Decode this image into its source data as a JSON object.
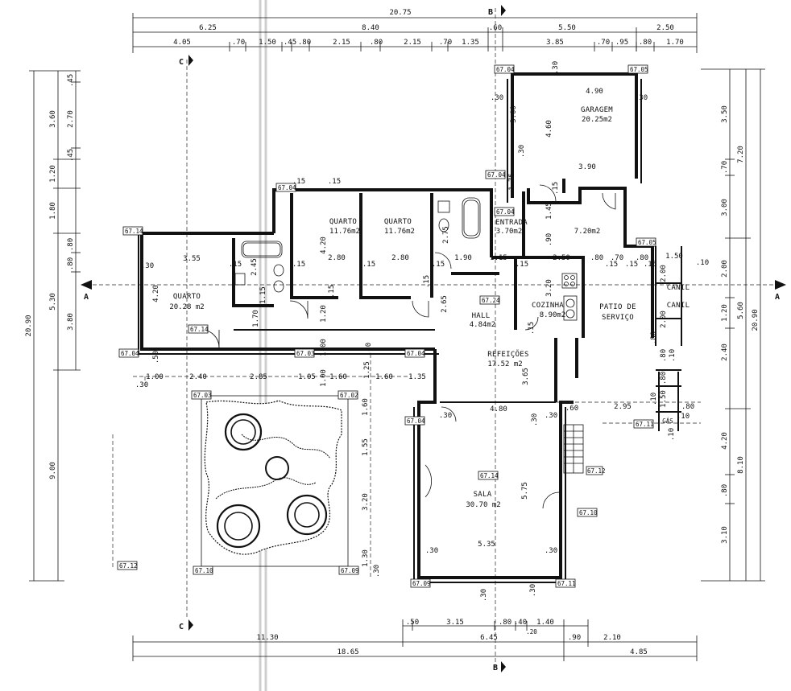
{
  "rooms": {
    "garagem": {
      "name": "GARAGEM",
      "area": "20.25m2"
    },
    "quarto_a": {
      "name": "QUARTO",
      "area": "11.76m2"
    },
    "quarto_b": {
      "name": "QUARTO",
      "area": "11.76m2"
    },
    "entrada": {
      "name": "ENTRADA",
      "area": "3.70m2"
    },
    "area_720": {
      "area": "7.20m2"
    },
    "quarto_main": {
      "name": "QUARTO",
      "area": "20.28 m2"
    },
    "hall": {
      "name": "HALL",
      "area": "4.84m2"
    },
    "cozinha": {
      "name": "COZINHA",
      "area": "8.90m2"
    },
    "patio": {
      "name1": "PATIO  DE",
      "name2": "SERVIÇO"
    },
    "canil_a": {
      "name": "CANIL"
    },
    "canil_b": {
      "name": "CANIL"
    },
    "refeicoes": {
      "name": "REFEIÇÕES",
      "area": "17.52 m2"
    },
    "sala": {
      "name": "SALA",
      "area": "30.70 m2"
    },
    "gas": {
      "name": "GÁS"
    }
  },
  "section_markers": {
    "a_left": "A",
    "a_right": "A",
    "b_top": "B",
    "b_bottom": "B",
    "c_top": "C",
    "c_bottom": "C"
  },
  "levels": {
    "l1": "67.04",
    "l2": "67.05",
    "l3": "67.04",
    "l4": "67.14",
    "l5": "67.04",
    "l6": "67.04",
    "l7": "67.14",
    "l8": "67.04",
    "l9": "67.03",
    "l10": "67.04",
    "l11": "67.24",
    "l12": "67.05",
    "l13": "67.03",
    "l14": "67.02",
    "l15": "67.04",
    "l16": "67.14",
    "l17": "67.11",
    "l18": "67.12",
    "l19": "67.10",
    "l20": "67.12",
    "l21": "67.10",
    "l22": "67.09",
    "l23": "67.09",
    "l24": "67.11"
  },
  "dims_top": {
    "overall": "20.75",
    "a1": "6.25",
    "a2": "8.40",
    "a3": ".60",
    "a4": "5.50",
    "a5": "2.50",
    "b1": "4.05",
    "b2": ".70",
    "b3": "1.50",
    "b4": ".45",
    "b5": ".80",
    "b6": "2.15",
    "b7": ".80",
    "b8": "2.15",
    "b9": ".70",
    "b10": "1.35",
    "b11": "3.85",
    "b12": ".70",
    "b13": ".95",
    "b14": ".80",
    "b15": "1.70"
  },
  "dims_bottom": {
    "a1": ".50",
    "a2": "3.15",
    "a3": ".80",
    "a4": ".40",
    "a5": "1.40",
    "a6": ".20",
    "b1": "11.30",
    "b2": "6.45",
    "b3": ".90",
    "b4": "2.10",
    "c1": "18.65",
    "c2": "4.85"
  },
  "dims_left": {
    "overall": "20.90",
    "a1": "3.60",
    "a2": "1.20",
    "a3": "1.80",
    "a4": "5.30",
    "a5": "9.00",
    "b1": ".45",
    "b2": "2.70",
    "b3": ".45",
    "b4": ".80",
    "b5": ".80",
    "b6": "3.80"
  },
  "dims_right": {
    "overall": "20.90",
    "a1": "7.20",
    "a2": "5.60",
    "a3": "8.10",
    "b1": "3.50",
    "b2": ".70",
    "b3": "3.00",
    "b4": "2.00",
    "b5": "1.20",
    "b6": "2.40",
    "b7": "4.20",
    "b8": ".80",
    "b9": "3.10"
  },
  "dims_inner": {
    "d1": "4.90",
    "d2": "3.90",
    "d3": "4.60",
    "d4": "3.00",
    "d5": ".30",
    "d6": ".30",
    "d7": ".30",
    "d8": ".30",
    "d9": "1.75",
    "d10": ".15",
    "d11": "1.45",
    "d12": "2.75",
    "d13": "4.20",
    "d14": "2.80",
    "d15": "2.80",
    "d16": ".15",
    "d17": ".15",
    "d18": ".15",
    "d19": "3.55",
    "d20": ".30",
    "d21": "2.45",
    "d22": ".15",
    "d23": "4.20",
    "d24": "1.90",
    "d25": "1.15",
    "d26": "2.50",
    "d27": ".80",
    "d28": ".70",
    "d29": ".80",
    "d30": "1.50",
    "d31": ".10",
    "d32": "2.00",
    "d33": "2.00",
    "d34": ".80",
    "d35": ".10",
    "d36": "1.50",
    "d37": ".10",
    "d38": ".80",
    "d39": "3.20",
    "d40": "2.65",
    "d41": "1.20",
    "d42": "1.00",
    "d43": "1.70",
    "d44": "1.15",
    "d45": ".50",
    "d46": ".15",
    "d47": ".15",
    "d48": ".15",
    "d49": ".15",
    "d50": ".15",
    "d51": "3.65",
    "d52": "4.80",
    "d53": ".30",
    "d54": ".30",
    "d55": ".30",
    "d56": ".60",
    "d57": "2.95",
    "d58": ".80",
    "d59": ".10",
    "d60": "5.75",
    "d61": "5.35",
    "d62": ".30",
    "d63": ".30",
    "d64": ".30",
    "d65": ".30",
    "d66": "1.25",
    "d67": ".80",
    "d68": "1.00",
    "d69": "2.40",
    "d70": "2.85",
    "d71": "1.05",
    "d72": "1.60",
    "d73": "1.60",
    "d74": "1.35",
    "d75": ".30",
    "d76": "1.60",
    "d77": "1.55",
    "d78": "3.20",
    "d79": "1.30",
    "d80": ".30",
    "d81": ".90",
    "d82": ".15",
    "d83": ".15",
    "d84": ".15",
    "d85": ".15",
    "d86": ".80",
    "d87": ".10"
  }
}
